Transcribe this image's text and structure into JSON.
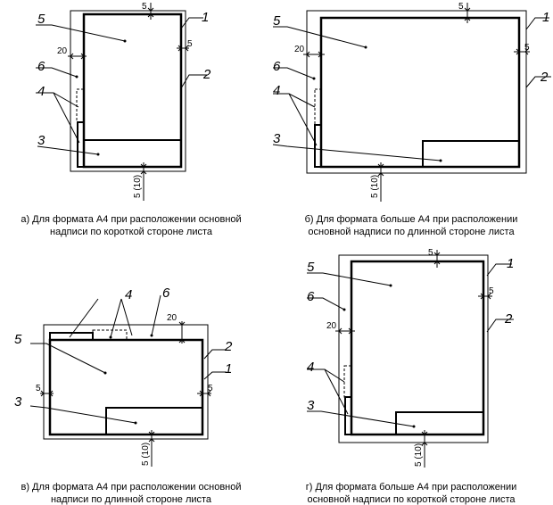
{
  "panels": [
    {
      "id": "a",
      "caption_line1": "а) Для формата А4 при расположении основной",
      "caption_line2": "надписи по короткой стороне листа",
      "labels": {
        "n1": "1",
        "n2": "2",
        "n3": "3",
        "n4": "4",
        "n5": "5",
        "n6": "6"
      },
      "dims": {
        "top": "5",
        "right": "5",
        "left": "20",
        "bottom": "5 (10)"
      }
    },
    {
      "id": "b",
      "caption_line1": "б) Для формата больше А4 при расположении",
      "caption_line2": "основной надписи по длинной стороне листа",
      "labels": {
        "n1": "1",
        "n2": "2",
        "n3": "3",
        "n4": "4",
        "n5": "5",
        "n6": "6"
      },
      "dims": {
        "top": "5",
        "right": "5",
        "left": "20",
        "bottom": "5 (10)"
      }
    },
    {
      "id": "v",
      "caption_line1": "в) Для формата А4 при расположении основной",
      "caption_line2": "надписи по длинной стороне листа",
      "labels": {
        "n1": "1",
        "n2": "2",
        "n3": "3",
        "n4": "4",
        "n5": "5",
        "n6": "6"
      },
      "dims": {
        "top": "20",
        "right": "5",
        "left": "5",
        "bottom": "5 (10)"
      }
    },
    {
      "id": "g",
      "caption_line1": "г) Для формата больше А4 при расположении",
      "caption_line2": "основной надписи по короткой стороне листа",
      "labels": {
        "n1": "1",
        "n2": "2",
        "n3": "3",
        "n4": "4",
        "n5": "5",
        "n6": "6"
      },
      "dims": {
        "top": "5",
        "right": "5",
        "left": "20",
        "bottom": "5 (10)"
      }
    }
  ]
}
